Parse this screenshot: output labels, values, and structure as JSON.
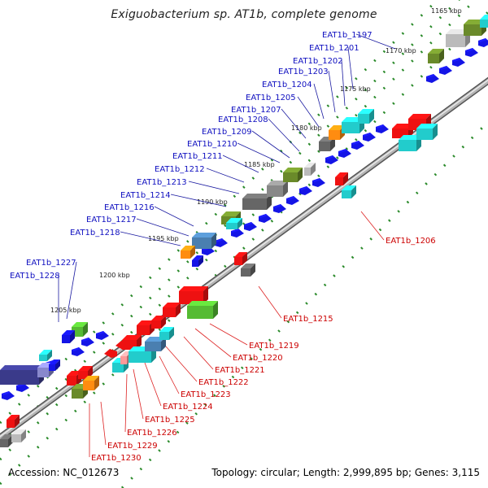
{
  "title": "Exiguobacterium sp. AT1b, complete genome",
  "footer": {
    "accession": "Accession: NC_012673",
    "topology": "Topology: circular; Length: 2,999,895 bp; Genes: 3,115"
  },
  "colors": {
    "forward_label": "#1010c0",
    "reverse_label": "#cc0000",
    "leader_line_forward": "#1a1aa0",
    "leader_line_reverse": "#dd2222",
    "backbone": "#888888",
    "tick": "#2a8a2a",
    "cds_blue": "#1414e6",
    "cds_red": "#ee1111",
    "cds_cyan": "#22cccc",
    "cds_green": "#55bb33",
    "cds_olive": "#6a8a2a",
    "cds_gray": "#666666",
    "cds_lightgray": "#bbbbbb",
    "cds_orange": "#ff8c10",
    "cds_steelblue": "#4a7fb0",
    "cds_navy": "#3a3a8a"
  },
  "kbp_ticks": [
    "1165 kbp",
    "1170 kbp",
    "1175 kbp",
    "1180 kbp",
    "1185 kbp",
    "1190 kbp",
    "1195 kbp",
    "1200 kbp",
    "1205 kbp"
  ],
  "forward_genes": [
    "EAT1b_1197",
    "EAT1b_1201",
    "EAT1b_1202",
    "EAT1b_1203",
    "EAT1b_1204",
    "EAT1b_1205",
    "EAT1b_1207",
    "EAT1b_1208",
    "EAT1b_1209",
    "EAT1b_1210",
    "EAT1b_1211",
    "EAT1b_1212",
    "EAT1b_1213",
    "EAT1b_1214",
    "EAT1b_1216",
    "EAT1b_1217",
    "EAT1b_1218",
    "EAT1b_1227",
    "EAT1b_1228"
  ],
  "reverse_genes": [
    "EAT1b_1206",
    "EAT1b_1215",
    "EAT1b_1219",
    "EAT1b_1220",
    "EAT1b_1221",
    "EAT1b_1222",
    "EAT1b_1223",
    "EAT1b_1224",
    "EAT1b_1225",
    "EAT1b_1226",
    "EAT1b_1229",
    "EAT1b_1230"
  ]
}
